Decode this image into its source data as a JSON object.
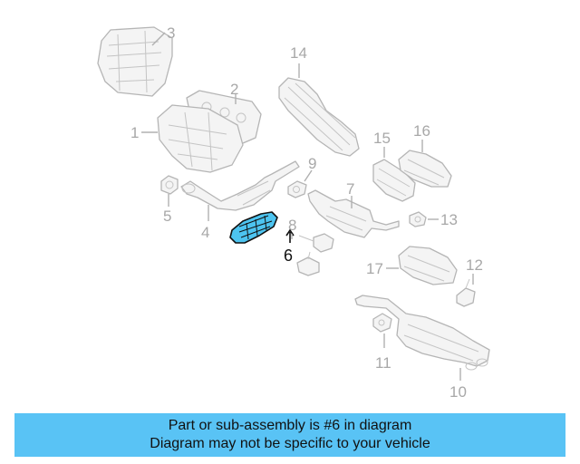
{
  "diagram": {
    "highlighted_part": "6",
    "callouts": [
      "1",
      "2",
      "3",
      "4",
      "5",
      "6",
      "7",
      "8",
      "9",
      "10",
      "11",
      "12",
      "13",
      "14",
      "15",
      "16",
      "17"
    ],
    "colors": {
      "highlight": "#4dc4f0",
      "caption_bg": "#59c3f5",
      "lines": "#b5b5b5"
    }
  },
  "caption": {
    "line1": "Part or sub-assembly is #6 in diagram",
    "line2": "Diagram may not be specific to your vehicle"
  }
}
